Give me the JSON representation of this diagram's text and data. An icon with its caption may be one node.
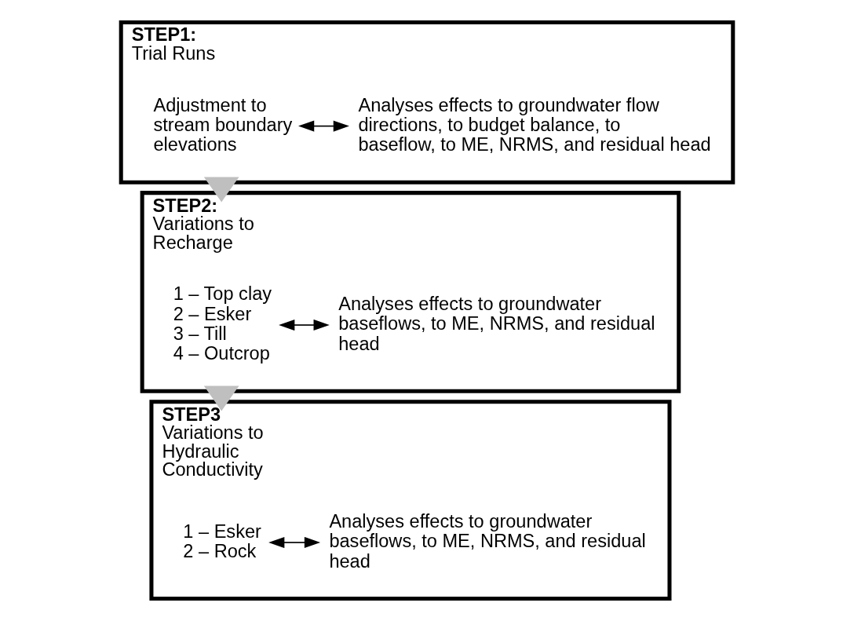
{
  "diagram": {
    "nodes": [
      {
        "text": [
          "STEP1:",
          "Trial Runs"
        ]
      },
      {
        "text": [
          "Adjustment to stream boundary elevations"
        ],
        "in": 0
      },
      {
        "text": [
          "Analyses effects to groundwater flow directions, to budget balance, to baseflow, to ME, NRMS, and residual head"
        ],
        "in": 0
      },
      {
        "text": [
          "STEP2:",
          "Variations to Recharge"
        ]
      },
      {
        "text": [
          "1 – Top clay",
          "2 – Esker",
          "3 – Till",
          "4 – Outcrop"
        ],
        "in": 3
      },
      {
        "text": [
          "Analyses effects to groundwater baseflows, to ME, NRMS, and residual head"
        ],
        "in": 3
      },
      {
        "text": [
          "STEP3",
          "Variations to Hydraulic Conductivity"
        ]
      },
      {
        "text": [
          "1 – Esker",
          "2 – Rock"
        ],
        "in": 6
      },
      {
        "text": [
          "Analyses effects to groundwater baseflows, to ME, NRMS, and residual head"
        ],
        "in": 6
      }
    ],
    "edges": [
      {
        "from": 1,
        "to": 2,
        "arrow": "both"
      },
      {
        "from": 0,
        "to": 3,
        "arrow": "to",
        "style": "thick",
        "color": "#bfbfbf"
      },
      {
        "from": 4,
        "to": 5,
        "arrow": "both"
      },
      {
        "from": 3,
        "to": 6,
        "arrow": "to",
        "style": "thick",
        "color": "#bfbfbf"
      },
      {
        "from": 7,
        "to": 8,
        "arrow": "both"
      }
    ]
  }
}
